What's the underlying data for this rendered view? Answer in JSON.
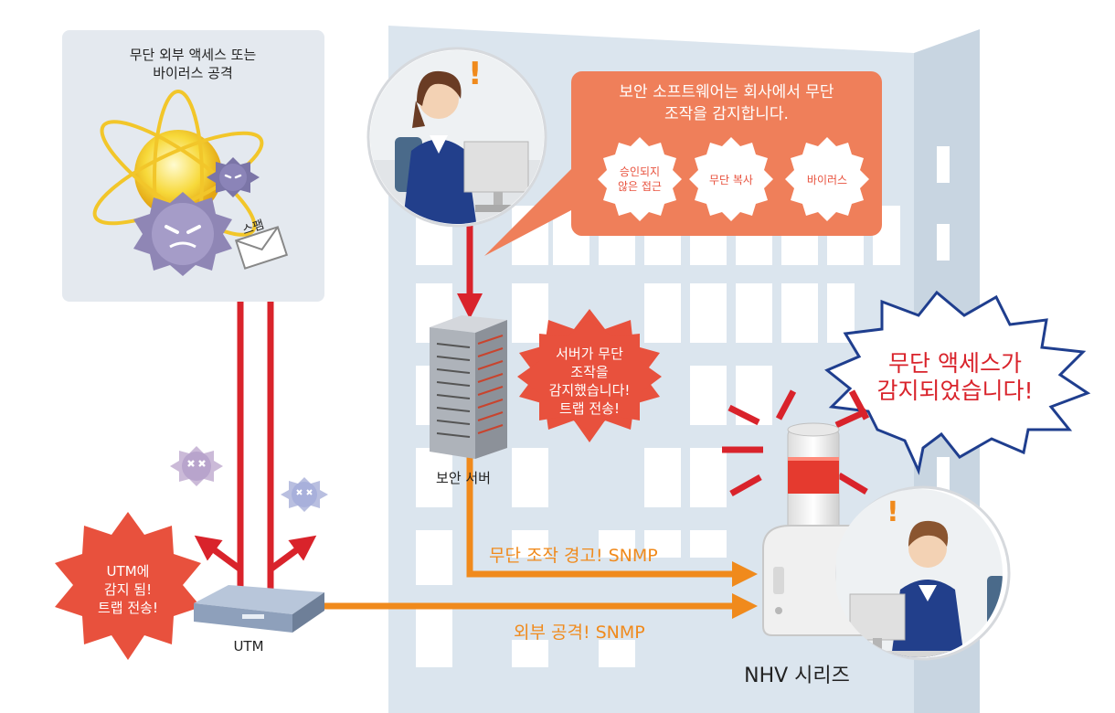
{
  "attack_panel": {
    "line1": "무단 외부 액세스 또는",
    "line2": "바이러스 공격",
    "spam_label": "스팸"
  },
  "popup": {
    "line1": "보안 소프트웨어는 회사에서 무단",
    "line2": "조작을 감지합니다.",
    "badges": [
      {
        "line1": "승인되지",
        "line2": "않은 접근"
      },
      {
        "line1": "무단 복사",
        "line2": ""
      },
      {
        "line1": "바이러스",
        "line2": ""
      }
    ]
  },
  "server_burst": {
    "lines": [
      "서버가 무단",
      "조작을",
      "감지했습니다!",
      "트랩 전송!"
    ]
  },
  "server_label": "보안 서버",
  "utm_burst": {
    "lines": [
      "UTM에",
      "감지 됨!",
      "트랩 전송!"
    ]
  },
  "utm_label": "UTM",
  "alert_bubble": {
    "line1": "무단 액세스가",
    "line2": "감지되었습니다!"
  },
  "arrow_labels": {
    "server_alert": "무단 조작 경고! SNMP",
    "external_attack": "외부 공격! SNMP"
  },
  "product_label": "NHV 시리즈",
  "colors": {
    "red": "#d9232b",
    "orange": "#f08a1c",
    "burst": "#e8513d",
    "popup": "#ef7f5a",
    "building": "#dbe5ee"
  }
}
